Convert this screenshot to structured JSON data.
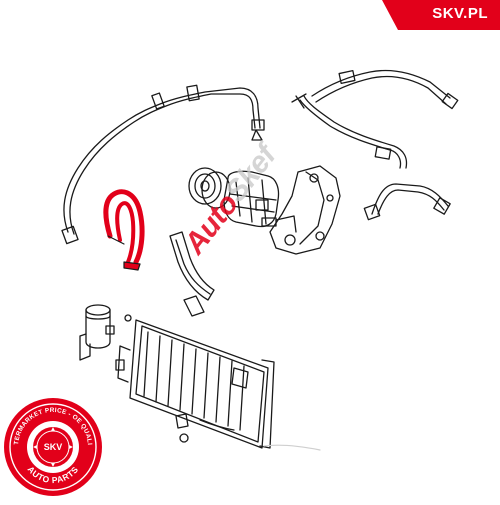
{
  "brand": {
    "name": "SKV.PL",
    "color": "#e2001a"
  },
  "watermark": {
    "prefix": "Auto",
    "suffix": "Skef"
  },
  "seal": {
    "top_arc_text": "AFTERMARKET PRICE - OE QUALITY",
    "center_text": "SKV",
    "bottom_text": "AUTO PARTS"
  },
  "highlight_color": "#e2001a",
  "line_color": "#1a1a1a"
}
